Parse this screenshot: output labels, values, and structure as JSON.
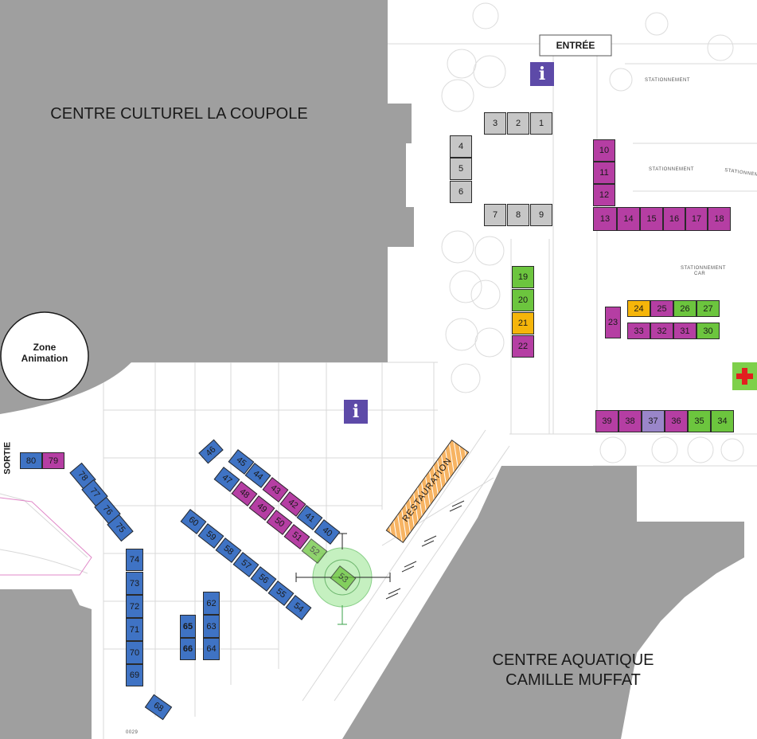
{
  "buildings": {
    "coupole": "CENTRE CULTUREL LA COUPOLE",
    "aquatique_line1": "CENTRE AQUATIQUE",
    "aquatique_line2": "CAMILLE MUFFAT"
  },
  "labels": {
    "entree": "ENTRÉE",
    "sortie": "SORTIE",
    "zone_animation": "Zone Animation",
    "restauration": "RESTAURATION",
    "stationnement_1": "STATIONNEMENT",
    "stationnement_2": "STATIONNEMENT",
    "stationnement_3": "STATIONNEMENT",
    "stationnement_car_1": "STATIONNEMENT",
    "stationnement_car_2": "CAR",
    "map_code": "0029"
  },
  "icons": {
    "info": "i",
    "first_aid": "first-aid-cross-icon"
  },
  "colors": {
    "grey": "#c6c6c6",
    "magenta": "#b53ea3",
    "blue": "#3f73c4",
    "green": "#6cc53e",
    "orange": "#f5b50a",
    "lavender": "#9a86c9",
    "info": "#5d4aa8",
    "first_aid": "#7ed04a",
    "building": "#9f9f9f"
  },
  "stands": [
    {
      "n": "1",
      "c": "grey"
    },
    {
      "n": "2",
      "c": "grey"
    },
    {
      "n": "3",
      "c": "grey"
    },
    {
      "n": "4",
      "c": "grey"
    },
    {
      "n": "5",
      "c": "grey"
    },
    {
      "n": "6",
      "c": "grey"
    },
    {
      "n": "7",
      "c": "grey"
    },
    {
      "n": "8",
      "c": "grey"
    },
    {
      "n": "9",
      "c": "grey"
    },
    {
      "n": "10",
      "c": "magenta"
    },
    {
      "n": "11",
      "c": "magenta"
    },
    {
      "n": "12",
      "c": "magenta"
    },
    {
      "n": "13",
      "c": "magenta"
    },
    {
      "n": "14",
      "c": "magenta"
    },
    {
      "n": "15",
      "c": "magenta"
    },
    {
      "n": "16",
      "c": "magenta"
    },
    {
      "n": "17",
      "c": "magenta"
    },
    {
      "n": "18",
      "c": "magenta"
    },
    {
      "n": "19",
      "c": "green"
    },
    {
      "n": "20",
      "c": "green"
    },
    {
      "n": "21",
      "c": "orange"
    },
    {
      "n": "22",
      "c": "magenta"
    },
    {
      "n": "23",
      "c": "magenta"
    },
    {
      "n": "24",
      "c": "orange"
    },
    {
      "n": "25",
      "c": "magenta"
    },
    {
      "n": "26",
      "c": "green"
    },
    {
      "n": "27",
      "c": "green"
    },
    {
      "n": "33",
      "c": "magenta"
    },
    {
      "n": "32",
      "c": "magenta"
    },
    {
      "n": "31",
      "c": "magenta"
    },
    {
      "n": "30",
      "c": "green"
    },
    {
      "n": "39",
      "c": "magenta"
    },
    {
      "n": "38",
      "c": "magenta"
    },
    {
      "n": "37",
      "c": "lavender"
    },
    {
      "n": "36",
      "c": "magenta"
    },
    {
      "n": "35",
      "c": "green"
    },
    {
      "n": "34",
      "c": "green"
    },
    {
      "n": "80",
      "c": "blue"
    },
    {
      "n": "79",
      "c": "magenta"
    },
    {
      "n": "78",
      "c": "blue"
    },
    {
      "n": "77",
      "c": "blue"
    },
    {
      "n": "76",
      "c": "blue"
    },
    {
      "n": "75",
      "c": "blue"
    },
    {
      "n": "74",
      "c": "blue"
    },
    {
      "n": "73",
      "c": "blue"
    },
    {
      "n": "72",
      "c": "blue"
    },
    {
      "n": "71",
      "c": "blue"
    },
    {
      "n": "70",
      "c": "blue"
    },
    {
      "n": "69",
      "c": "blue"
    },
    {
      "n": "68",
      "c": "blue"
    },
    {
      "n": "62",
      "c": "blue"
    },
    {
      "n": "63",
      "c": "blue"
    },
    {
      "n": "64",
      "c": "blue"
    },
    {
      "n": "65",
      "c": "blue"
    },
    {
      "n": "66",
      "c": "blue"
    },
    {
      "n": "46",
      "c": "blue"
    },
    {
      "n": "45",
      "c": "blue"
    },
    {
      "n": "44",
      "c": "blue"
    },
    {
      "n": "43",
      "c": "magenta"
    },
    {
      "n": "42",
      "c": "magenta"
    },
    {
      "n": "41",
      "c": "blue"
    },
    {
      "n": "40",
      "c": "blue"
    },
    {
      "n": "47",
      "c": "blue"
    },
    {
      "n": "48",
      "c": "magenta"
    },
    {
      "n": "49",
      "c": "magenta"
    },
    {
      "n": "50",
      "c": "magenta"
    },
    {
      "n": "51",
      "c": "magenta"
    },
    {
      "n": "52",
      "c": "green"
    },
    {
      "n": "60",
      "c": "blue"
    },
    {
      "n": "59",
      "c": "blue"
    },
    {
      "n": "58",
      "c": "blue"
    },
    {
      "n": "57",
      "c": "blue"
    },
    {
      "n": "56",
      "c": "blue"
    },
    {
      "n": "55",
      "c": "blue"
    },
    {
      "n": "54",
      "c": "blue"
    },
    {
      "n": "53",
      "c": "green"
    }
  ]
}
